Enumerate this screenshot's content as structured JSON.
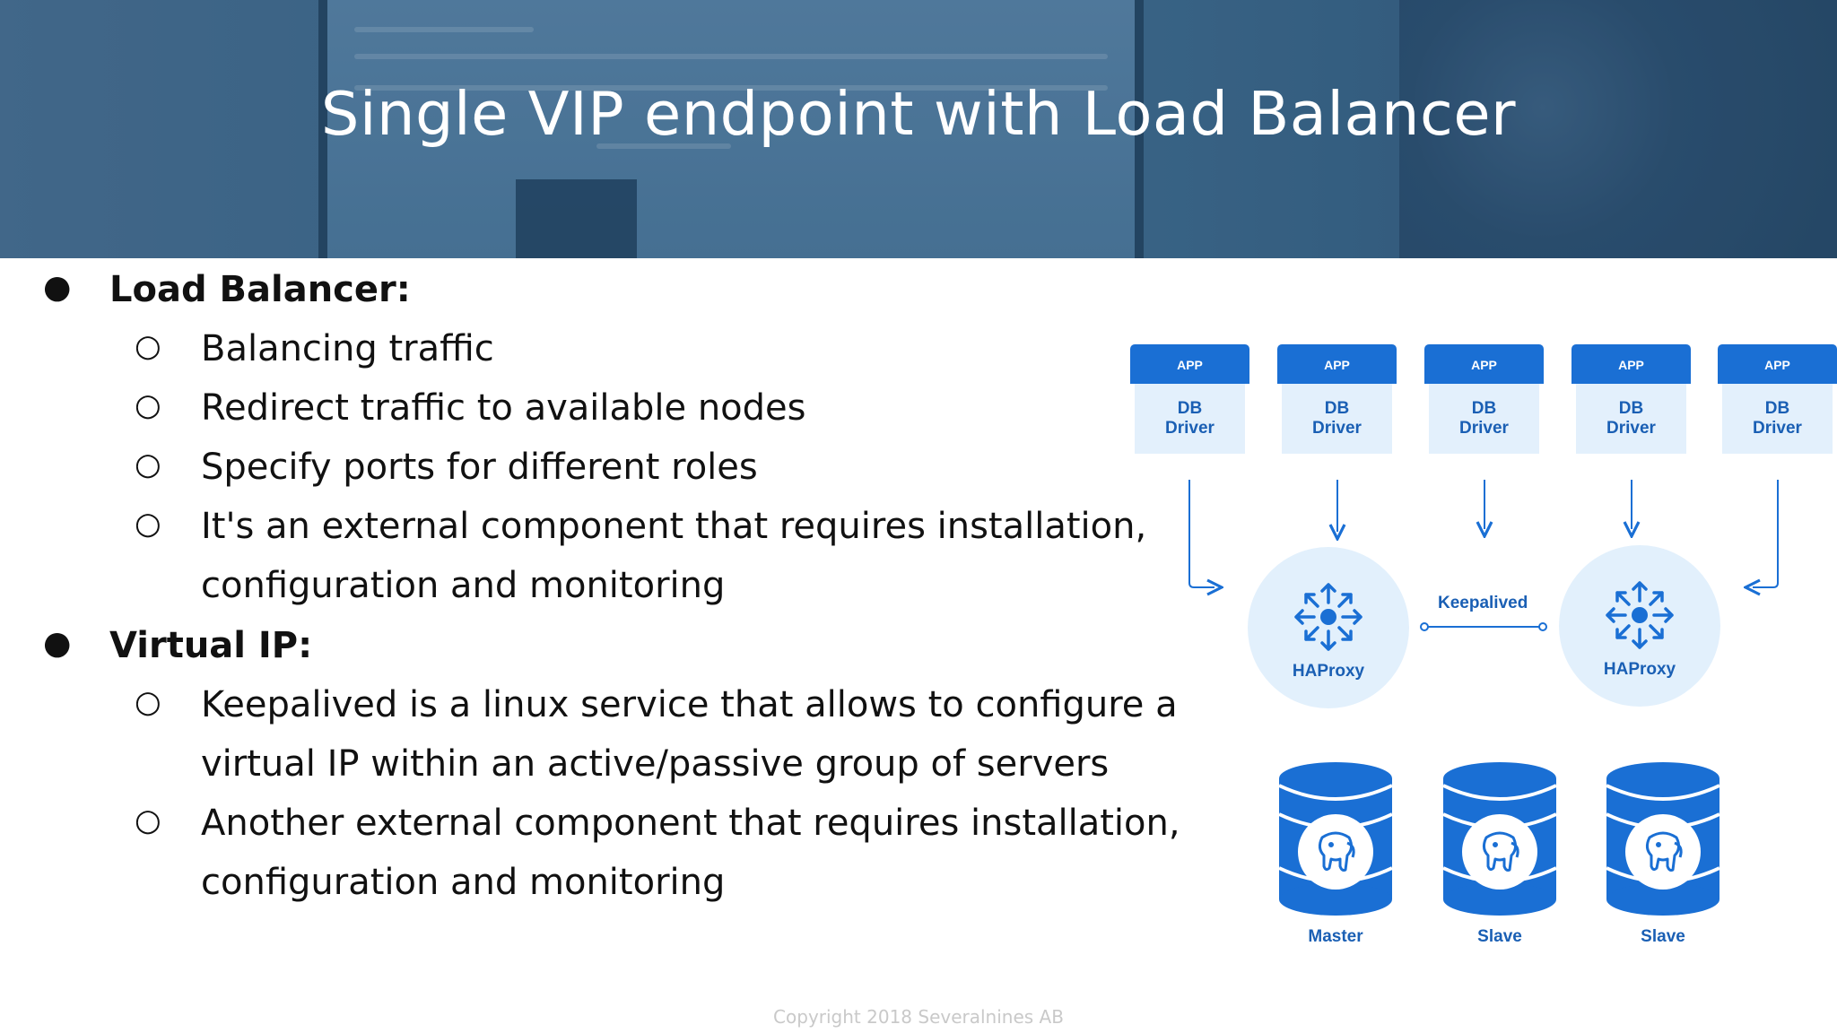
{
  "slide": {
    "title": "Single VIP endpoint with Load Balancer",
    "footer": "Copyright 2018 Severalnines AB"
  },
  "bullets": [
    {
      "label": "Load Balancer:",
      "items": [
        [
          "Balancing traffic"
        ],
        [
          "Redirect traffic to available nodes"
        ],
        [
          "Specify ports for different roles"
        ],
        [
          "It's an external component that requires installation,",
          "configuration and monitoring"
        ]
      ]
    },
    {
      "label": "Virtual IP:",
      "items": [
        [
          "Keepalived is a linux service that allows to configure a",
          "virtual IP within an active/passive group of servers"
        ],
        [
          "Another external component that requires installation,",
          "configuration and monitoring"
        ]
      ]
    }
  ],
  "diagram": {
    "apps": [
      {
        "header": "APP",
        "driver": [
          "DB",
          "Driver"
        ]
      },
      {
        "header": "APP",
        "driver": [
          "DB",
          "Driver"
        ]
      },
      {
        "header": "APP",
        "driver": [
          "DB",
          "Driver"
        ]
      },
      {
        "header": "APP",
        "driver": [
          "DB",
          "Driver"
        ]
      },
      {
        "header": "APP",
        "driver": [
          "DB",
          "Driver"
        ]
      }
    ],
    "proxies": [
      {
        "label": "HAProxy"
      },
      {
        "label": "HAProxy"
      }
    ],
    "link_label": "Keepalived",
    "databases": [
      {
        "label": "Master"
      },
      {
        "label": "Slave"
      },
      {
        "label": "Slave"
      }
    ],
    "colors": {
      "primary": "#1a6fd4",
      "light": "#e3f0fc",
      "text": "#1a5fb4"
    },
    "icons": {
      "proxy": "arrows-expand-icon",
      "database": "postgresql-elephant-icon"
    }
  }
}
